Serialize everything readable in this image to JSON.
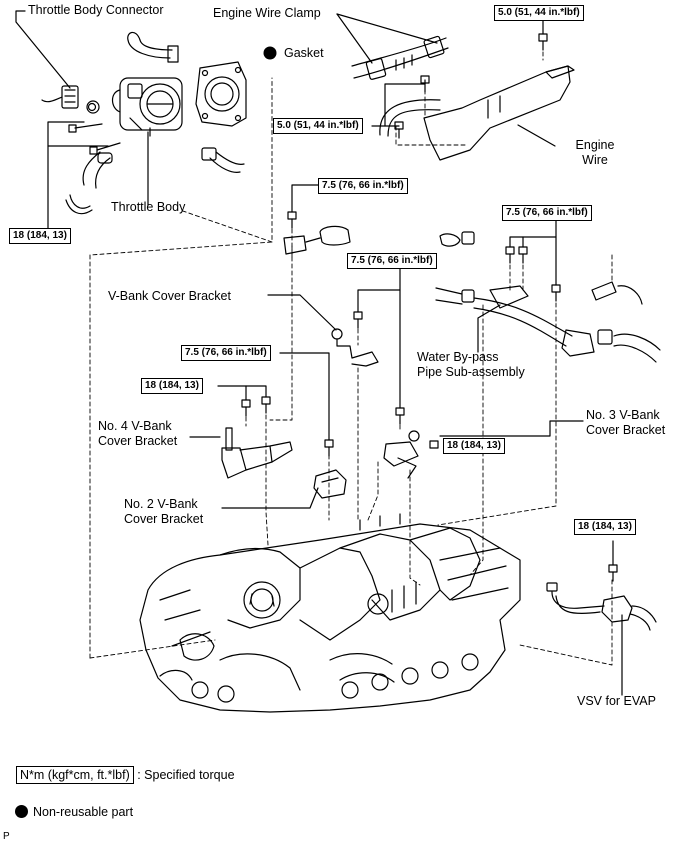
{
  "labels": {
    "throttle_body_connector": "Throttle Body Connector",
    "engine_wire_clamp": "Engine Wire Clamp",
    "gasket": "Gasket",
    "engine_wire": "Engine\nWire",
    "throttle_body": "Throttle Body",
    "v_bank_cover_bracket": "V-Bank Cover Bracket",
    "water_bypass_pipe": "Water By-pass\nPipe Sub-assembly",
    "no4_bracket": "No. 4 V-Bank\nCover Bracket",
    "no3_bracket": "No. 3 V-Bank\nCover Bracket",
    "no2_bracket": "No. 2 V-Bank\nCover Bracket",
    "vsv_evap": "VSV for EVAP",
    "page_marker": "P"
  },
  "torques": {
    "t_5_0": "5.0 (51, 44 in.*lbf)",
    "t_7_5": "7.5 (76, 66 in.*lbf)",
    "t_18": "18 (184, 13)"
  },
  "legend": {
    "torque_box": "N*m (kgf*cm, ft.*lbf)",
    "torque_text": ": Specified torque",
    "nonreusable_text": "Non-reusable part"
  }
}
